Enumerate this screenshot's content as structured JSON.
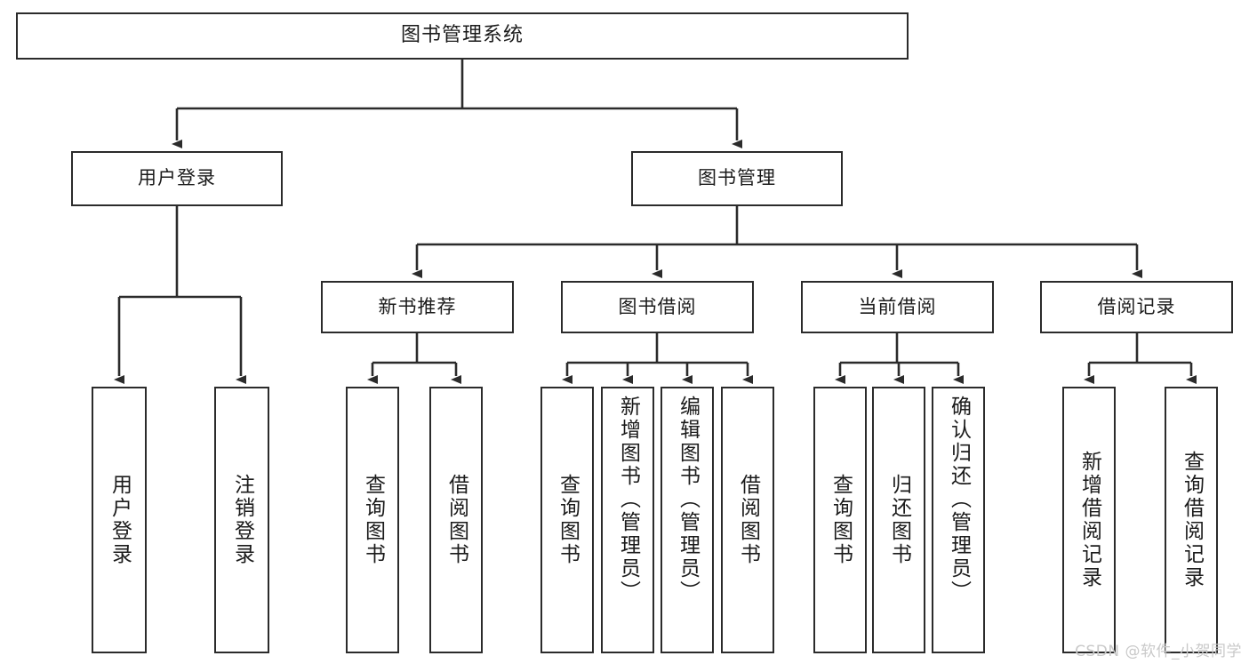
{
  "diagram": {
    "title": "图书管理系统",
    "watermark": "CSDN @软件_小贺同学",
    "stroke_color": "#2b2b2b",
    "background_color": "#ffffff",
    "watermark_color": "#c9c9c9"
  },
  "nodes": {
    "root": {
      "label": "图书管理系统"
    },
    "level2": [
      {
        "label": "用户登录"
      },
      {
        "label": "图书管理"
      }
    ],
    "level3": [
      {
        "label": "新书推荐"
      },
      {
        "label": "图书借阅"
      },
      {
        "label": "当前借阅"
      },
      {
        "label": "借阅记录"
      }
    ],
    "leaves": {
      "user_login": [
        {
          "label": "用户登录"
        },
        {
          "label": "注销登录"
        }
      ],
      "new_book": [
        {
          "label": "查询图书"
        },
        {
          "label": "借阅图书"
        }
      ],
      "book_borrow": [
        {
          "label": "查询图书"
        },
        {
          "label": "新增图书（管理员）"
        },
        {
          "label": "编辑图书（管理员）"
        },
        {
          "label": "借阅图书"
        }
      ],
      "current_borrow": [
        {
          "label": "查询图书"
        },
        {
          "label": "归还图书"
        },
        {
          "label": "确认归还（管理员）"
        }
      ],
      "borrow_record": [
        {
          "label": "新增借阅记录"
        },
        {
          "label": "查询借阅记录"
        }
      ]
    }
  }
}
